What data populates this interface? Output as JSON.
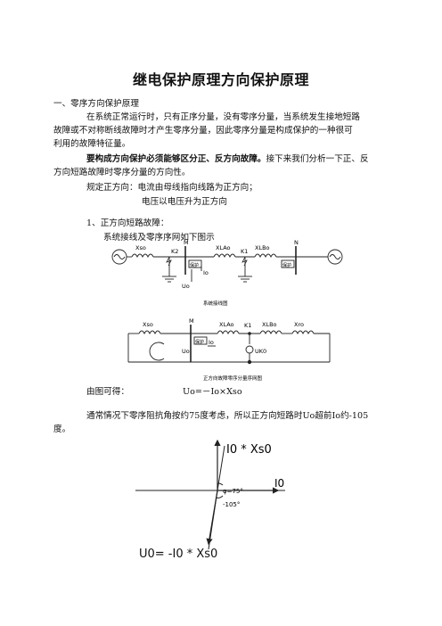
{
  "title": "继电保护原理方向保护原理",
  "section1": {
    "heading": "一、零序方向保护原理",
    "para1_l1": "在系统正常运行时，只有正序分量，没有零序分量，当系统发生接地短路",
    "para1_l2": "故障或不对称断线故障时才产生零序分量，因此零序分量是构成保护的一种很可",
    "para1_l3": "利用的故障特征量。",
    "para2_bold": "要构成方向保护必须能够区分正、反方向故障。",
    "para2_rest": "接下来我们分析一下正、反",
    "para2_l2": "方向短路故障时零序分量的方向性。",
    "rule_l1": "规定正方向：电流由母线指向线路为正方向；",
    "rule_l2": "电压以电压升为正方向"
  },
  "section2": {
    "heading": "1、正方向短路故障：",
    "intro": "系统接线及零序序网如下图示"
  },
  "diagram1": {
    "labels": {
      "xso": "Xso",
      "k2": "K2",
      "m": "M",
      "xlao": "XLAo",
      "k1": "K1",
      "xlbo": "XLBo",
      "n": "N",
      "relay": "保护",
      "io": "Io",
      "uo": "Uo"
    },
    "caption": "系统接线图"
  },
  "diagram2": {
    "labels": {
      "xso": "Xso",
      "m": "M",
      "xlao": "XLAo",
      "k1": "K1",
      "xlbo": "XLBo",
      "xro": "Xro",
      "relay": "保护",
      "io": "Io",
      "uo": "Uo",
      "uk0": "UK0"
    },
    "caption": "正方向故障零序分量序网图"
  },
  "derivation": {
    "label": "由图可得：",
    "formula": "Uo=－Io×Xso"
  },
  "conclusion": {
    "l1": "通常情况下零序阻抗角按约75度考虑，所以正方向短路时Uo超前Io约-105",
    "l2": "度。"
  },
  "phasor": {
    "top_label": "I0 * Xs0",
    "angle1": "φ=75°",
    "angle2": "-105°",
    "io_label": "I0",
    "bottom_label": "U0= -I0 * Xs0"
  }
}
